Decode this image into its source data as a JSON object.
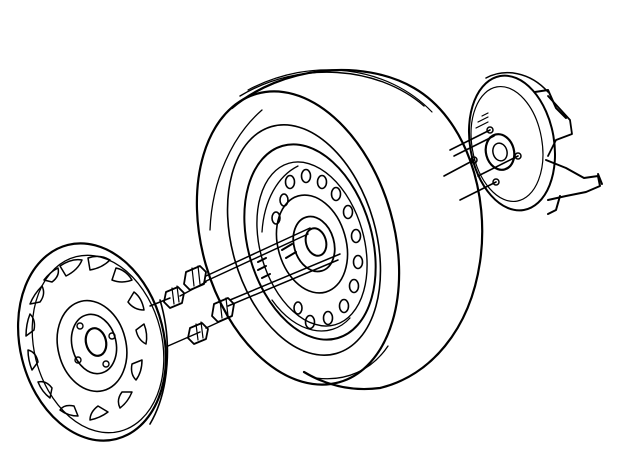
{
  "diagram": {
    "parts": [
      {
        "id": "hub-and-brake-rotor",
        "icon": "hub-rotor-icon"
      },
      {
        "id": "wheel-studs",
        "icon": "stud-icon"
      },
      {
        "id": "tire",
        "icon": "tire-icon"
      },
      {
        "id": "wheel-rim",
        "icon": "rim-icon"
      },
      {
        "id": "lug-nuts",
        "icon": "lug-nut-icon"
      },
      {
        "id": "wheel-cover",
        "icon": "wheel-cover-icon"
      }
    ],
    "counts": {
      "lug_nuts": 4,
      "rim_vent_holes": 14,
      "cover_vanes": 14
    },
    "colors": {
      "ink": "#000000",
      "paper": "#ffffff"
    }
  }
}
